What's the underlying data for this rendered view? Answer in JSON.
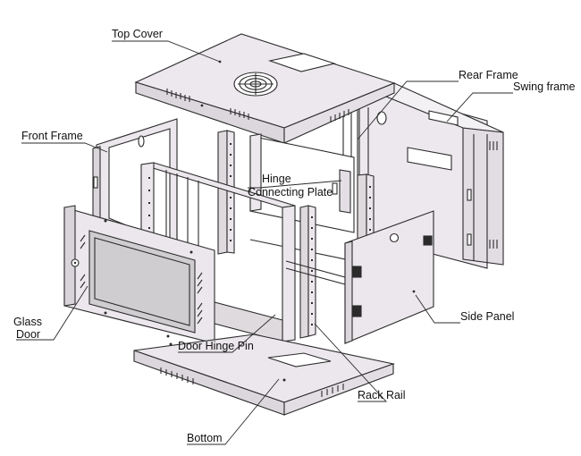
{
  "diagram": {
    "labels": {
      "top_cover": "Top Cover",
      "rear_frame": "Rear Frame",
      "swing_frame": "Swing frame",
      "front_frame": "Front Frame",
      "hinge_line1": "Hinge",
      "hinge_line2": "Connecting Plate",
      "glass_line1": "Glass",
      "glass_line2": "Door",
      "side_panel": "Side Panel",
      "door_hinge_pin": "Door Hinge Pin",
      "rack_rail": "Rack Rail",
      "bottom": "Bottom"
    },
    "colors": {
      "panel": "#ebe7ec",
      "panel_dark": "#ddd8de",
      "glass": "#cfcdd0",
      "line": "#2b2b2b"
    }
  }
}
